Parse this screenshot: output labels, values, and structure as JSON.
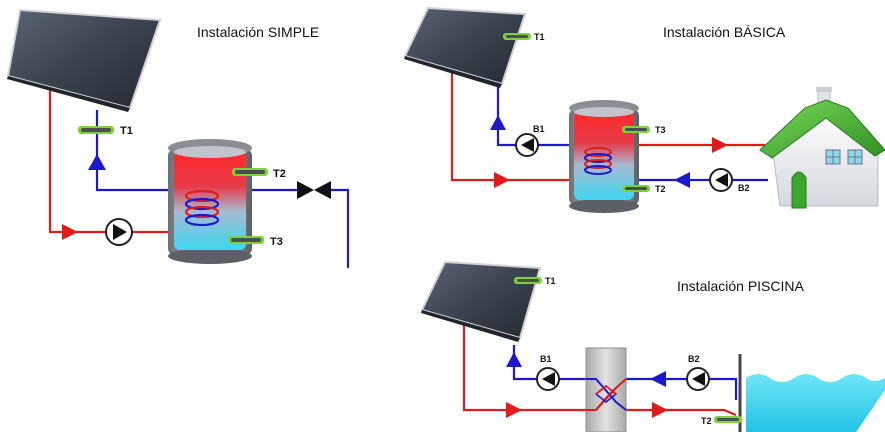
{
  "colors": {
    "hot_pipe": "#e11a1a",
    "cold_pipe": "#1a1acc",
    "sensor": "#7dd13a",
    "panel": "#3e4652",
    "roof": "#3aa82a",
    "water": "#3fd4ef"
  },
  "simple": {
    "title": "Instalación SIMPLE",
    "sensors": {
      "t1": "T1",
      "t2": "T2",
      "t3": "T3"
    },
    "icons": [
      "solar-panel",
      "pump",
      "tank-with-coil",
      "valve"
    ]
  },
  "basica": {
    "title": "Instalación BÁSICA",
    "sensors": {
      "t1": "T1",
      "t2": "T2",
      "t3": "T3"
    },
    "pumps": {
      "b1": "B1",
      "b2": "B2"
    },
    "icons": [
      "solar-panel",
      "pump",
      "tank-with-coil",
      "house"
    ]
  },
  "piscina": {
    "title": "Instalación PISCINA",
    "sensors": {
      "t1": "T1",
      "t2": "T2"
    },
    "pumps": {
      "b1": "B1",
      "b2": "B2"
    },
    "icons": [
      "solar-panel",
      "pump",
      "heat-exchanger",
      "pool"
    ]
  }
}
